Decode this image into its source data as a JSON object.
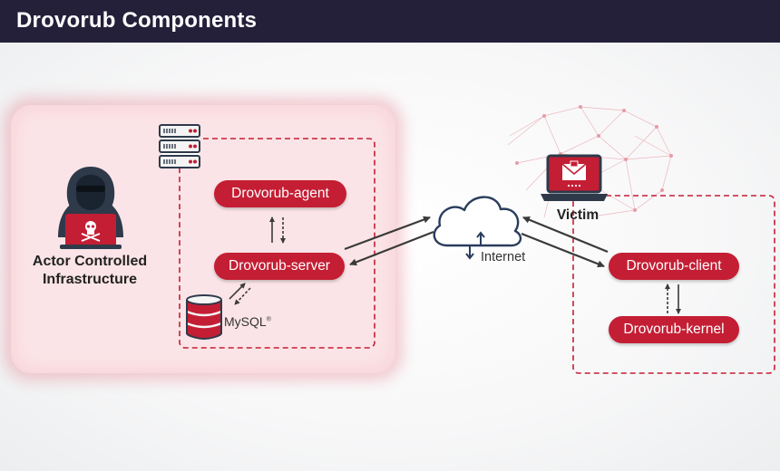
{
  "header": {
    "title": "Drovorub Components"
  },
  "actor": {
    "label_line1": "Actor Controlled",
    "label_line2": "Infrastructure"
  },
  "components": {
    "agent": "Drovorub-agent",
    "server": "Drovorub-server",
    "client": "Drovorub-client",
    "kernel": "Drovorub-kernel"
  },
  "database": {
    "name": "MySQL",
    "mark": "®"
  },
  "network": {
    "label": "Internet"
  },
  "victim": {
    "label": "Victim"
  },
  "colors": {
    "header_bg": "#24203a",
    "accent_red": "#c41e34",
    "panel_pink": "#fbe4e7",
    "dark_navy": "#2e3a4a",
    "arrow_gray": "#3a3a3a"
  }
}
